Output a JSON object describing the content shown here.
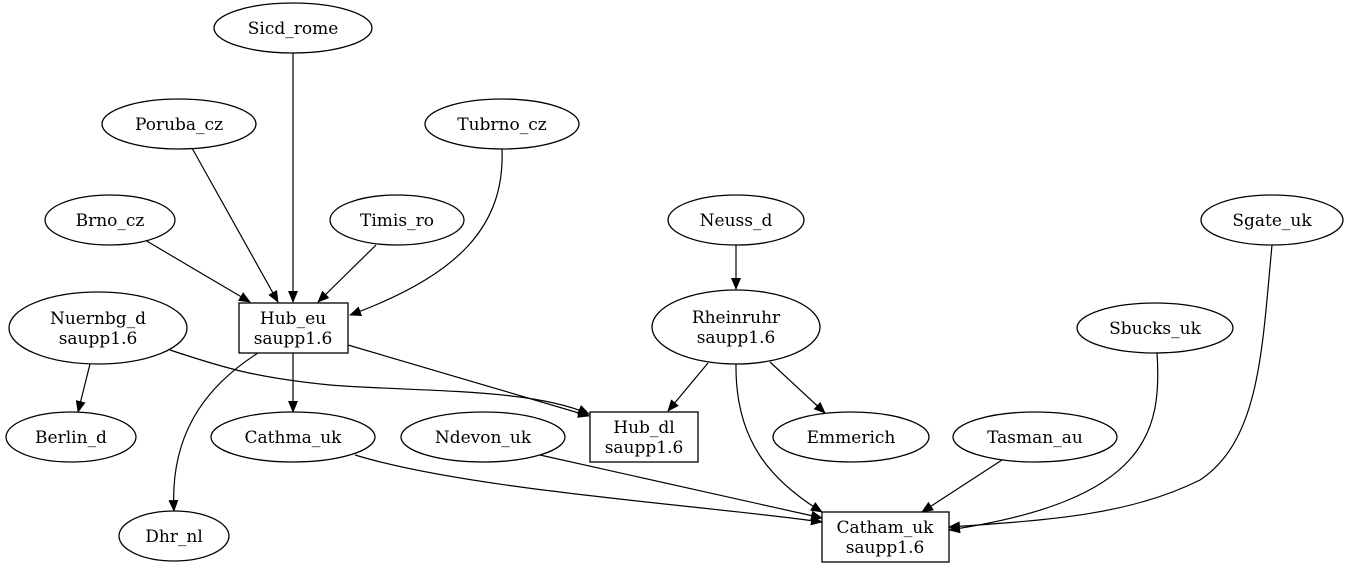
{
  "nodes": {
    "sicd_rome": {
      "lines": [
        "Sicd_rome"
      ]
    },
    "poruba_cz": {
      "lines": [
        "Poruba_cz"
      ]
    },
    "tubrno_cz": {
      "lines": [
        "Tubrno_cz"
      ]
    },
    "brno_cz": {
      "lines": [
        "Brno_cz"
      ]
    },
    "timis_ro": {
      "lines": [
        "Timis_ro"
      ]
    },
    "neuss_d": {
      "lines": [
        "Neuss_d"
      ]
    },
    "sgate_uk": {
      "lines": [
        "Sgate_uk"
      ]
    },
    "nuernbg_d": {
      "lines": [
        "Nuernbg_d",
        "saupp1.6"
      ]
    },
    "hub_eu": {
      "lines": [
        "Hub_eu",
        "saupp1.6"
      ]
    },
    "rheinruhr": {
      "lines": [
        "Rheinruhr",
        "saupp1.6"
      ]
    },
    "sbucks_uk": {
      "lines": [
        "Sbucks_uk"
      ]
    },
    "berlin_d": {
      "lines": [
        "Berlin_d"
      ]
    },
    "cathma_uk": {
      "lines": [
        "Cathma_uk"
      ]
    },
    "ndevon_uk": {
      "lines": [
        "Ndevon_uk"
      ]
    },
    "hub_dl": {
      "lines": [
        "Hub_dl",
        "saupp1.6"
      ]
    },
    "emmerich": {
      "lines": [
        "Emmerich"
      ]
    },
    "tasman_au": {
      "lines": [
        "Tasman_au"
      ]
    },
    "dhr_nl": {
      "lines": [
        "Dhr_nl"
      ]
    },
    "catham_uk": {
      "lines": [
        "Catham_uk",
        "saupp1.6"
      ]
    }
  },
  "edges": [
    [
      "sicd_rome",
      "hub_eu"
    ],
    [
      "poruba_cz",
      "hub_eu"
    ],
    [
      "tubrno_cz",
      "hub_eu"
    ],
    [
      "brno_cz",
      "hub_eu"
    ],
    [
      "timis_ro",
      "hub_eu"
    ],
    [
      "hub_eu",
      "cathma_uk"
    ],
    [
      "hub_eu",
      "dhr_nl"
    ],
    [
      "hub_eu",
      "hub_dl"
    ],
    [
      "nuernbg_d",
      "berlin_d"
    ],
    [
      "nuernbg_d",
      "hub_dl"
    ],
    [
      "neuss_d",
      "rheinruhr"
    ],
    [
      "rheinruhr",
      "hub_dl"
    ],
    [
      "rheinruhr",
      "emmerich"
    ],
    [
      "rheinruhr",
      "catham_uk"
    ],
    [
      "cathma_uk",
      "catham_uk"
    ],
    [
      "ndevon_uk",
      "catham_uk"
    ],
    [
      "tasman_au",
      "catham_uk"
    ],
    [
      "sbucks_uk",
      "catham_uk"
    ],
    [
      "sgate_uk",
      "catham_uk"
    ]
  ]
}
